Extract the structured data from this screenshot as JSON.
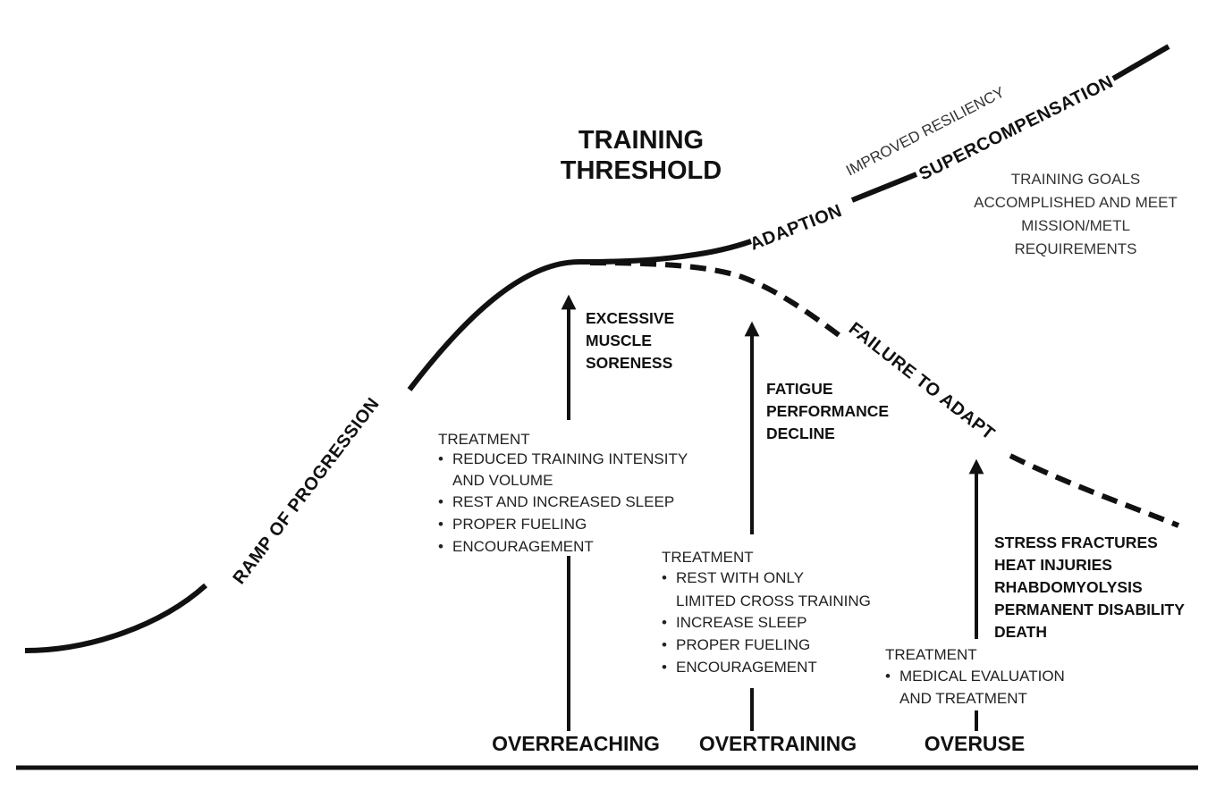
{
  "title": {
    "line1": "TRAINING",
    "line2": "THRESHOLD"
  },
  "curve_labels": {
    "ramp": "RAMP OF PROGRESSION",
    "adaption": "ADAPTION",
    "supercompensation": "SUPERCOMPENSATION",
    "improved_resiliency": "IMPROVED RESILIENCY",
    "failure": "FAILURE TO ADAPT"
  },
  "goals": [
    "TRAINING GOALS",
    "ACCOMPLISHED AND MEET",
    "MISSION/METL",
    "REQUIREMENTS"
  ],
  "stages": [
    {
      "name": "OVERREACHING",
      "symptoms": [
        "EXCESSIVE",
        "MUSCLE",
        "SORENESS"
      ],
      "treatment_heading": "TREATMENT",
      "treatment_lines": [
        {
          "bullet": true,
          "text": "REDUCED TRAINING INTENSITY"
        },
        {
          "bullet": false,
          "text": "AND VOLUME"
        },
        {
          "bullet": true,
          "text": "REST AND INCREASED SLEEP"
        },
        {
          "bullet": true,
          "text": "PROPER FUELING"
        },
        {
          "bullet": true,
          "text": "ENCOURAGEMENT"
        }
      ]
    },
    {
      "name": "OVERTRAINING",
      "symptoms": [
        "FATIGUE",
        "PERFORMANCE",
        "DECLINE"
      ],
      "treatment_heading": "TREATMENT",
      "treatment_lines": [
        {
          "bullet": true,
          "text": "REST WITH ONLY"
        },
        {
          "bullet": false,
          "text": "LIMITED CROSS TRAINING"
        },
        {
          "bullet": true,
          "text": "INCREASE SLEEP"
        },
        {
          "bullet": true,
          "text": "PROPER FUELING"
        },
        {
          "bullet": true,
          "text": "ENCOURAGEMENT"
        }
      ]
    },
    {
      "name": "OVERUSE",
      "symptoms": [
        "STRESS FRACTURES",
        "HEAT INJURIES",
        "RHABDOMYOLYSIS",
        "PERMANENT DISABILITY",
        "DEATH"
      ],
      "treatment_heading": "TREATMENT",
      "treatment_lines": [
        {
          "bullet": true,
          "text": "MEDICAL EVALUATION"
        },
        {
          "bullet": false,
          "text": "AND TREATMENT"
        }
      ]
    }
  ]
}
